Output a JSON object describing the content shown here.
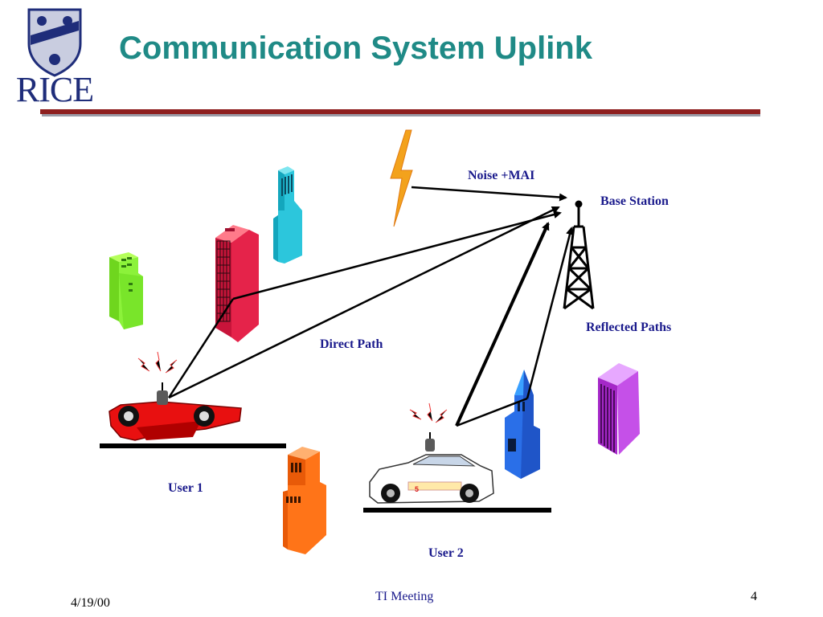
{
  "logo": {
    "text": "RICE"
  },
  "title": "Communication System Uplink",
  "labels": {
    "noise": "Noise +MAI",
    "base_station": "Base Station",
    "reflected": "Reflected Paths",
    "direct": "Direct Path",
    "user1": "User 1",
    "user2": "User 2"
  },
  "footer": {
    "date": "4/19/00",
    "center": "TI Meeting",
    "page": "4"
  },
  "colors": {
    "title": "#1f8a86",
    "label": "#1a1a8c",
    "rule": "#8e1f1f"
  }
}
